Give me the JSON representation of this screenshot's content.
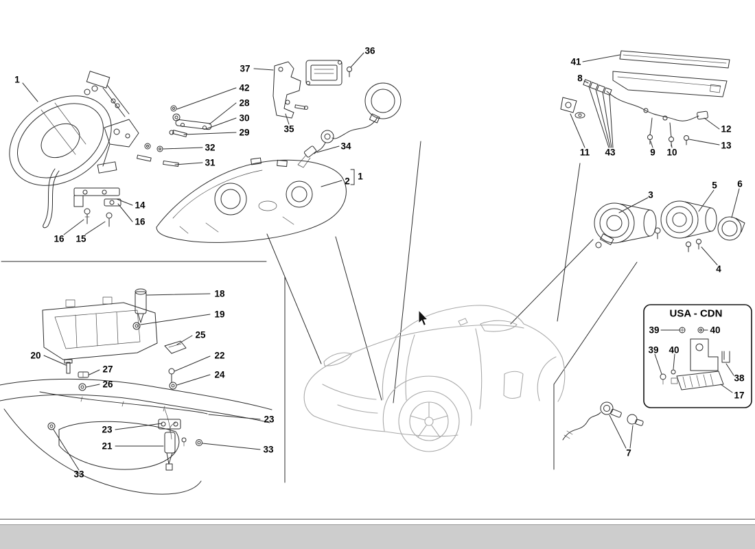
{
  "sections": {
    "usa_cdn_title": "USA - CDN"
  },
  "callouts": {
    "p1": {
      "label": "1"
    },
    "p42": {
      "label": "42"
    },
    "p28": {
      "label": "28"
    },
    "p30": {
      "label": "30"
    },
    "p29": {
      "label": "29"
    },
    "p32": {
      "label": "32"
    },
    "p31": {
      "label": "31"
    },
    "p14": {
      "label": "14"
    },
    "p16a": {
      "label": "16"
    },
    "p16b": {
      "label": "16"
    },
    "p15": {
      "label": "15"
    },
    "p37": {
      "label": "37"
    },
    "p36": {
      "label": "36"
    },
    "p35": {
      "label": "35"
    },
    "p34": {
      "label": "34"
    },
    "p2": {
      "label": "2"
    },
    "p1b": {
      "label": "1"
    },
    "p41": {
      "label": "41"
    },
    "p8": {
      "label": "8"
    },
    "p12": {
      "label": "12"
    },
    "p13": {
      "label": "13"
    },
    "p11": {
      "label": "11"
    },
    "p43": {
      "label": "43"
    },
    "p9": {
      "label": "9"
    },
    "p10": {
      "label": "10"
    },
    "p3": {
      "label": "3"
    },
    "p5": {
      "label": "5"
    },
    "p6": {
      "label": "6"
    },
    "p4": {
      "label": "4"
    },
    "p39a": {
      "label": "39"
    },
    "p40a": {
      "label": "40"
    },
    "p39b": {
      "label": "39"
    },
    "p40b": {
      "label": "40"
    },
    "p38": {
      "label": "38"
    },
    "p17": {
      "label": "17"
    },
    "p7": {
      "label": "7"
    },
    "p18": {
      "label": "18"
    },
    "p19": {
      "label": "19"
    },
    "p25": {
      "label": "25"
    },
    "p22": {
      "label": "22"
    },
    "p24": {
      "label": "24"
    },
    "p20": {
      "label": "20"
    },
    "p27": {
      "label": "27"
    },
    "p26": {
      "label": "26"
    },
    "p23a": {
      "label": "23"
    },
    "p23b": {
      "label": "23"
    },
    "p21": {
      "label": "21"
    },
    "p33a": {
      "label": "33"
    },
    "p33b": {
      "label": "33"
    }
  }
}
